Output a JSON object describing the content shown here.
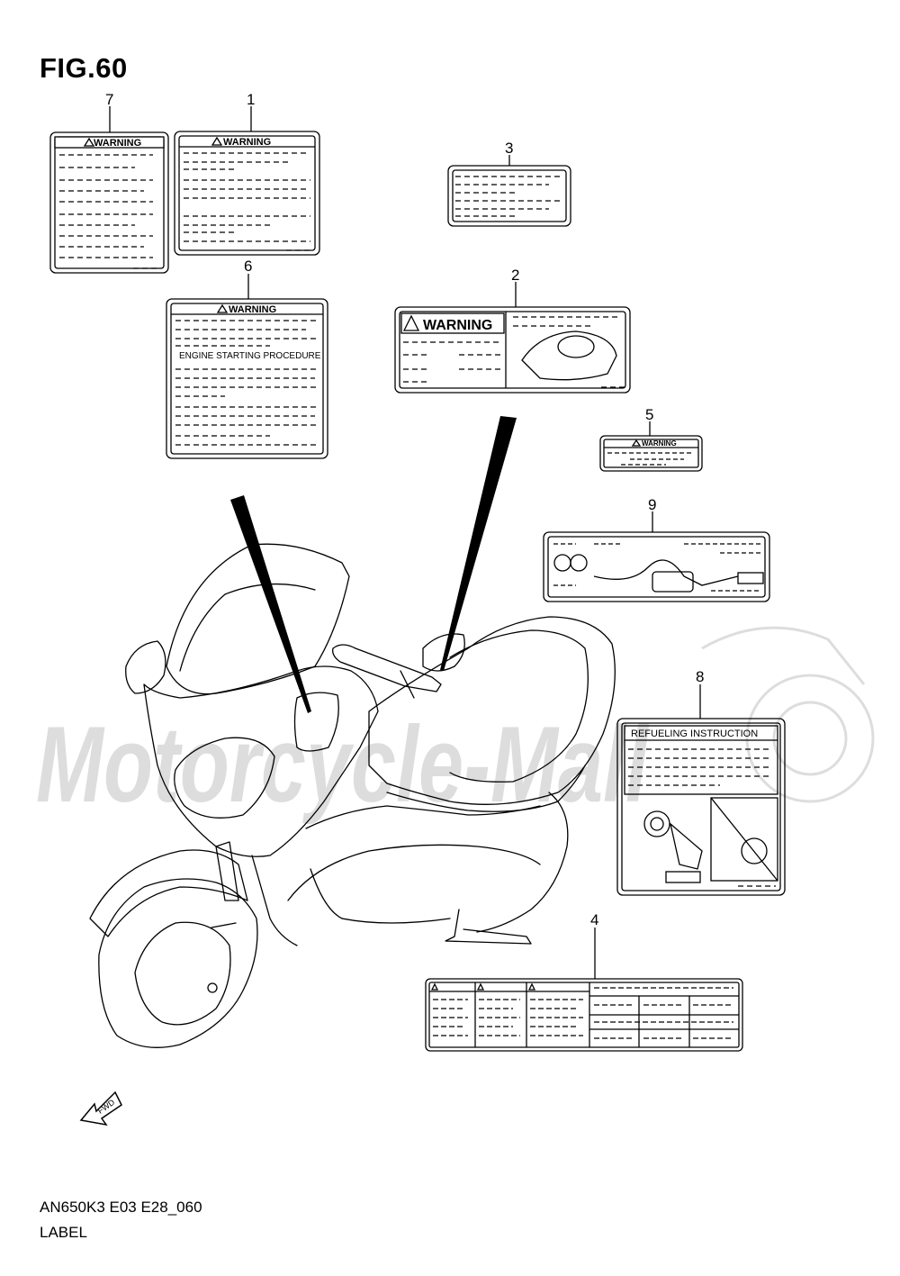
{
  "figure_title": "FIG.60",
  "diagram_code": "AN650K3 E03 E28_060",
  "caption": "LABEL",
  "warning_word": "WARNING",
  "engine_starting_text": "ENGINE STARTING PROCEDURE",
  "refueling_text": "REFUELING INSTRUCTION",
  "fwd_text": "FWD",
  "watermark_text": "Motorcycle-Mall",
  "callouts": [
    "7",
    "1",
    "3",
    "6",
    "2",
    "5",
    "9",
    "8",
    "4"
  ]
}
